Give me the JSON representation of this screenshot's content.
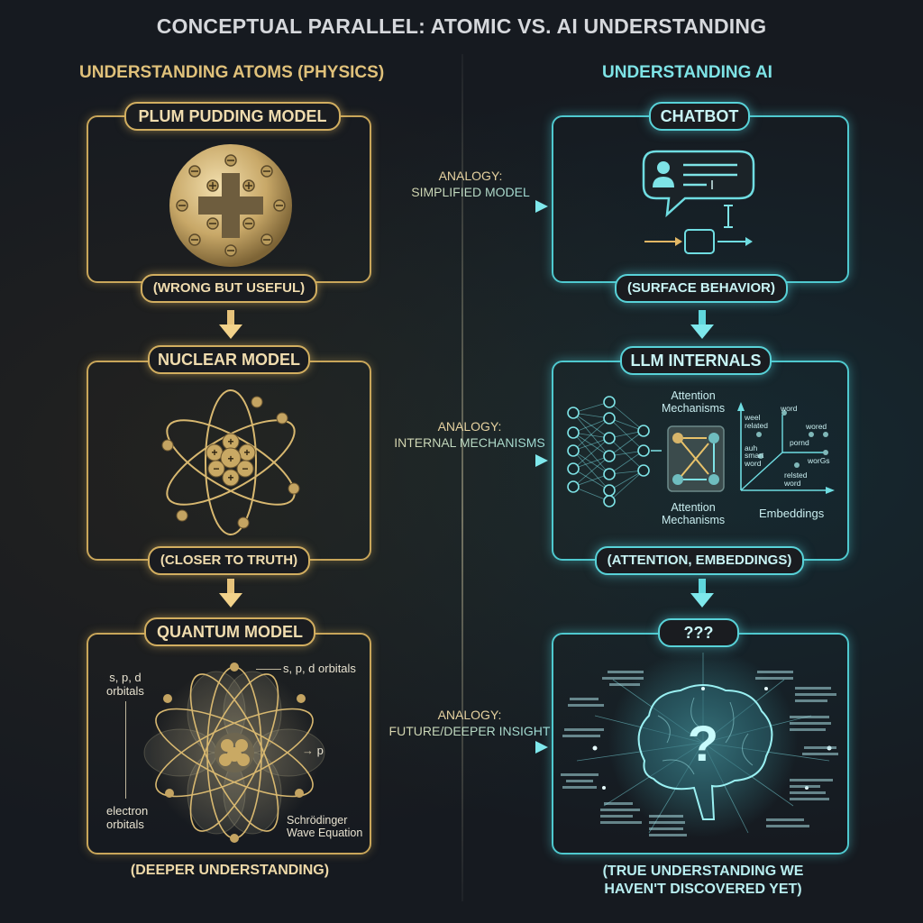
{
  "title": "CONCEPTUAL PARALLEL: ATOMIC VS. AI UNDERSTANDING",
  "colors": {
    "gold": "#d2ae60",
    "cyan": "#58d2d8",
    "background": "#161a20"
  },
  "left_column": {
    "heading": "UNDERSTANDING ATOMS (PHYSICS)",
    "panels": [
      {
        "title": "PLUM PUDDING MODEL",
        "caption": "(WRONG BUT USEFUL)",
        "icon": "plum-pudding-atom"
      },
      {
        "title": "NUCLEAR MODEL",
        "caption": "(CLOSER TO TRUTH)",
        "icon": "nuclear-atom"
      },
      {
        "title": "QUANTUM MODEL",
        "caption": "(DEEPER UNDERSTANDING)",
        "icon": "quantum-atom",
        "labels": {
          "spd_left": "s, p, d",
          "spd_left2": "orbitals",
          "spd_right": "s, p, d orbitals",
          "p": "p",
          "electron1": "electron",
          "electron2": "orbitals",
          "schrodinger1": "Schrödinger",
          "schrodinger2": "Wave Equation"
        }
      }
    ]
  },
  "right_column": {
    "heading": "UNDERSTANDING AI",
    "panels": [
      {
        "title": "CHATBOT",
        "caption": "(SURFACE BEHAVIOR)",
        "icon": "chat-bubble"
      },
      {
        "title": "LLM INTERNALS",
        "caption": "(ATTENTION, EMBEDDINGS)",
        "icon": "neural-network",
        "labels": {
          "attn_top1": "Attention",
          "attn_top2": "Mechanisms",
          "attn_bot1": "Attention",
          "attn_bot2": "Mechanisms",
          "embeddings": "Embeddings",
          "words": [
            "word",
            "weel",
            "related",
            "wored",
            "pornd",
            "auh",
            "smart",
            "word",
            "worGs",
            "relsted",
            "word"
          ]
        }
      },
      {
        "title": "???",
        "caption_line1": "(TRUE UNDERSTANDING WE",
        "caption_line2": "HAVEN'T DISCOVERED YET)",
        "icon": "glowing-brain-question"
      }
    ]
  },
  "analogies": [
    {
      "line1": "ANALOGY:",
      "line2": "SIMPLIFIED MODEL"
    },
    {
      "line1": "ANALOGY:",
      "line2": "INTERNAL MECHANISMS"
    },
    {
      "line1": "ANALOGY:",
      "line2": "FUTURE/DEEPER INSIGHT"
    }
  ]
}
